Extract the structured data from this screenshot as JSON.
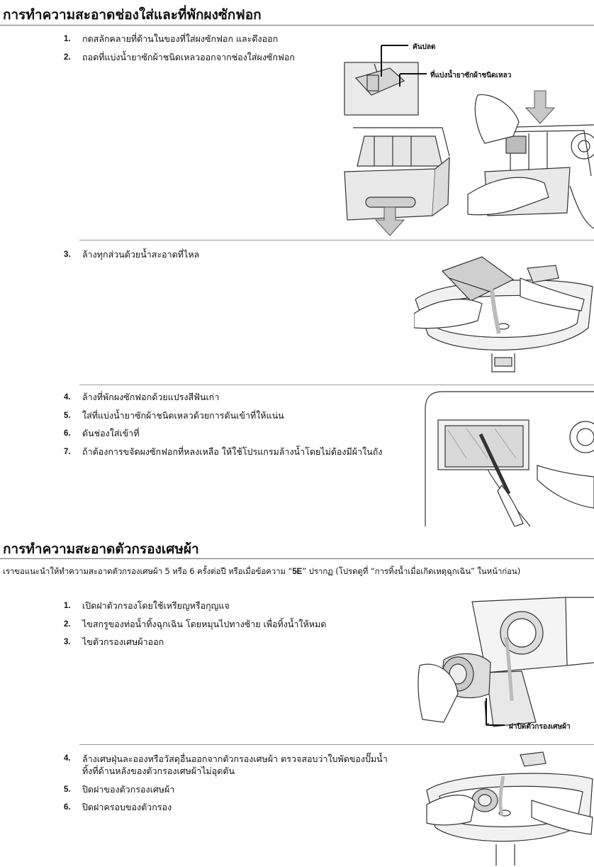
{
  "section1": {
    "title": "การทำความสะอาดช่องใส่และที่พักผงซักฟอก",
    "steps_a": [
      {
        "num": "1.",
        "text": "กดสลักคลายที่ด้านในของที่ใส่ผงซักฟอก และดึงออก"
      },
      {
        "num": "2.",
        "text": "ถอดที่แบ่งน้ำยาซักผ้าชนิดเหลวออกจากช่องใส่ผงซักฟอก"
      }
    ],
    "callout_lever": "คันปลด",
    "callout_divider": "ที่แบ่งน้ำยาซักผ้าชนิดเหลว",
    "steps_b": [
      {
        "num": "3.",
        "text": "ล้างทุกส่วนด้วยน้ำสะอาดที่ไหล"
      }
    ],
    "steps_c": [
      {
        "num": "4.",
        "text": "ล้างที่พักผงซักฟอกด้วยแปรงสีฟันเก่า"
      },
      {
        "num": "5.",
        "text": "ใส่ที่แบ่งน้ำยาซักผ้าชนิดเหลวด้วยการดันเข้าที่ให้แน่น"
      },
      {
        "num": "6.",
        "text": "ดันช่องใส่เข้าที่"
      },
      {
        "num": "7.",
        "text": "ถ้าต้องการขจัดผงซักฟอกที่หลงเหลือ ให้ใช้โปรแกรมล้างน้ำโดยไม่ต้องมีผ้าในถัง"
      }
    ]
  },
  "section2": {
    "title": "การทำความสะอาดตัวกรองเศษผ้า",
    "intro_pre": "เราขอแนะนำให้ทำความสะอาดตัวกรองเศษผ้า 5 หรือ 6 ครั้งต่อปี หรือเมื่อข้อความ “",
    "intro_code": "5E",
    "intro_post": "” ปรากฏ (โปรดดูที่ “การทิ้งน้ำเมื่อเกิดเหตุฉุกเฉิน” ในหน้าก่อน)",
    "steps_a": [
      {
        "num": "1.",
        "text": "เปิดฝาตัวกรองโดยใช้เหรียญหรือกุญแจ"
      },
      {
        "num": "2.",
        "text": "ไขสกรูของท่อน้ำทิ้งฉุกเฉิน โดยหมุนไปทางซ้าย เพื่อทิ้งน้ำให้หมด"
      },
      {
        "num": "3.",
        "text": "ไขตัวกรองเศษผ้าออก"
      }
    ],
    "callout_cover": "ฝาปิดตัวกรองเศษผ้า",
    "step4": {
      "num": "4.",
      "line1": "ล้างเศษฝุ่นละอองหรือวัสดุอื่นออกจากตัวกรองเศษผ้า ตรวจสอบว่าใบพัดของปั๊มน้ำ",
      "line2": "ทิ้งที่ด้านหลังของตัวกรองเศษผ้าไม่อุดตัน"
    },
    "steps_b": [
      {
        "num": "5.",
        "text": "ปิดฝาของตัวกรองเศษผ้า"
      },
      {
        "num": "6.",
        "text": "ปิดฝาครอบของตัวกรอง"
      }
    ]
  }
}
